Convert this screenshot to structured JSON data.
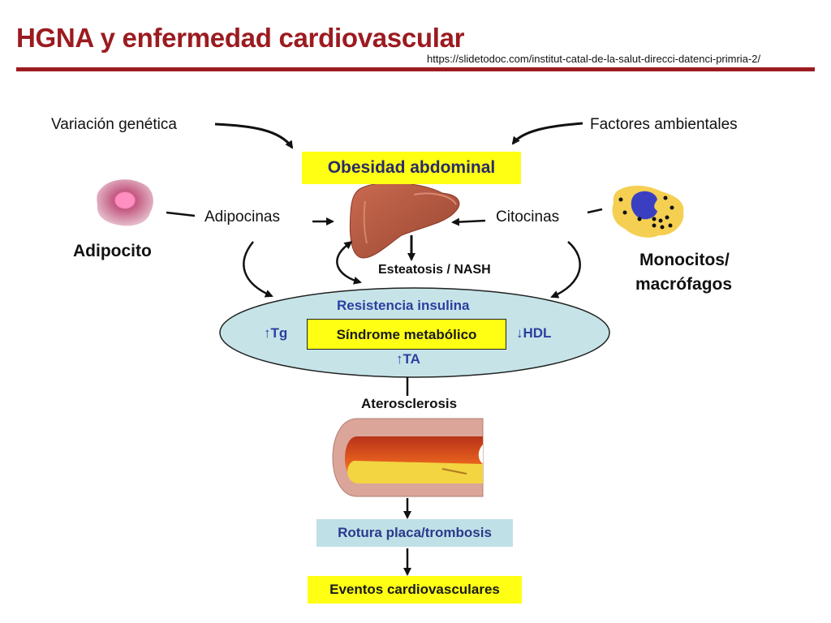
{
  "title": "HGNA y enfermedad cardiovascular",
  "source_url": "https://slidetodoc.com/institut-catal-de-la-salut-direcci-datenci-primria-2/",
  "colors": {
    "title": "#9b1b20",
    "highlight_yellow": "#ffff14",
    "ellipse_fill": "#c6e4e8",
    "box_blue": "#bfe0e6",
    "text_blue": "#2b3fa0"
  },
  "nodes": {
    "variacion_genetica": "Variación genética",
    "factores_ambientales": "Factores ambientales",
    "obesidad_abdominal": "Obesidad abdominal",
    "adipocito": "Adipocito",
    "adipocinas": "Adipocinas",
    "citocinas": "Citocinas",
    "monocitos": "Monocitos/",
    "macrofagos": "macrófagos",
    "esteatosis": "Esteatosis / NASH",
    "resistencia_insulina": "Resistencia insulina",
    "sindrome_metabolico": "Síndrome metabólico",
    "tg": "↑Tg",
    "hdl": "↓HDL",
    "ta": "↑TA",
    "aterosclerosis": "Aterosclerosis",
    "rotura_placa": "Rotura placa/trombosis",
    "eventos_cardiovasculares": "Eventos cardiovasculares"
  },
  "icons": [
    "adipocyte-cell-icon",
    "liver-icon",
    "macrophage-cell-icon",
    "artery-plaque-icon"
  ]
}
